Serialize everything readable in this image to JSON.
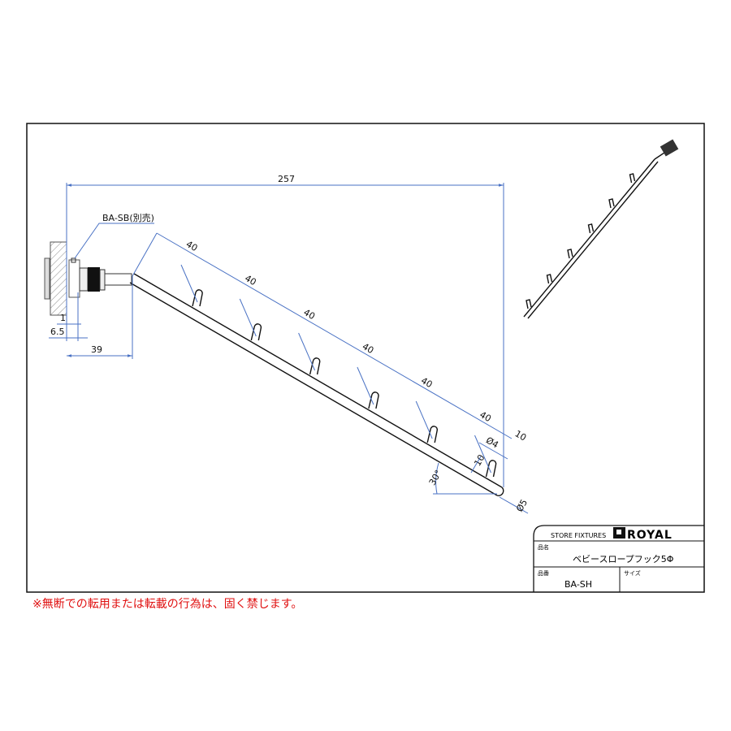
{
  "drawing": {
    "dimensions": {
      "overall_width": "257",
      "peg_spacing": [
        "40",
        "40",
        "40",
        "40",
        "40",
        "40"
      ],
      "end_offset": "10",
      "peg_height": "10",
      "peg_diameter": "Ø4",
      "rod_diameter": "Ø5",
      "angle": "30°",
      "bracket_offset": "39",
      "plate_offset": "6.5",
      "gap": "1"
    },
    "callout": "BA-SB(別売)"
  },
  "title_block": {
    "company_label": "STORE FIXTURES",
    "brand": "ROYAL",
    "product_name_label": "品名",
    "product_name": "ベビースロープフック5Φ",
    "product_code_label": "品番",
    "product_code": "BA-SH",
    "size_label": "サイズ",
    "size": ""
  },
  "notice": "※無断での転用または転載の行為は、固く禁じます。",
  "colors": {
    "dimension": "#4a72c4",
    "notice": "#e01010"
  }
}
